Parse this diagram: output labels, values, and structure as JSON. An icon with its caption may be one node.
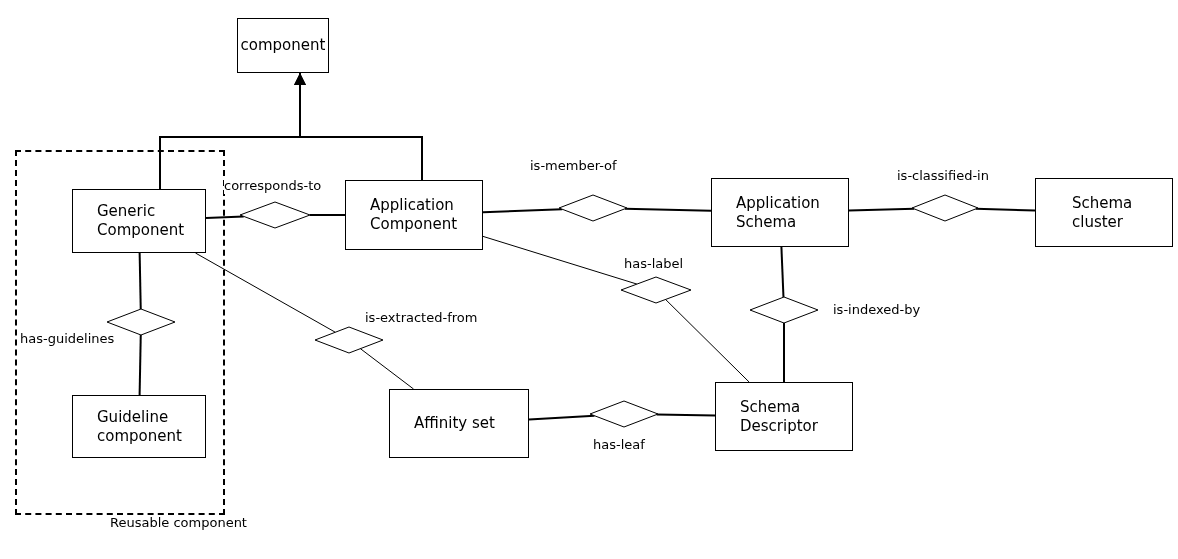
{
  "diagram": {
    "nodes": [
      {
        "text": [
          "component"
        ]
      },
      {
        "text": [
          "Reusable component"
        ]
      },
      {
        "text": [
          "Generic Component"
        ],
        "in": 1
      },
      {
        "text": [
          "Application Component"
        ]
      },
      {
        "text": [
          "Application Schema"
        ]
      },
      {
        "text": [
          "Schema cluster"
        ]
      },
      {
        "text": [
          "Guideline component"
        ],
        "in": 1
      },
      {
        "text": [
          "Affinity set"
        ]
      },
      {
        "text": [
          "Schema Descriptor"
        ]
      },
      {
        "text": [
          "corresponds-to"
        ]
      },
      {
        "text": [
          "is-member-of"
        ]
      },
      {
        "text": [
          "is-classified-in"
        ]
      },
      {
        "text": [
          "has-label"
        ]
      },
      {
        "text": [
          "is-indexed-by"
        ]
      },
      {
        "text": [
          "has-guidelines"
        ],
        "in": 1
      },
      {
        "text": [
          "is-extracted-from"
        ]
      },
      {
        "text": [
          "has-leaf"
        ]
      }
    ],
    "edges": [
      {
        "from": 2,
        "to": 0,
        "arrow": "to"
      },
      {
        "from": 3,
        "to": 0,
        "arrow": "to"
      },
      {
        "from": 2,
        "to": 9,
        "arrow": "none"
      },
      {
        "from": 9,
        "to": 3,
        "arrow": "none"
      },
      {
        "from": 3,
        "to": 10,
        "arrow": "none"
      },
      {
        "from": 10,
        "to": 4,
        "arrow": "none"
      },
      {
        "from": 4,
        "to": 11,
        "arrow": "none"
      },
      {
        "from": 11,
        "to": 5,
        "arrow": "none"
      },
      {
        "from": 3,
        "to": 12,
        "arrow": "none"
      },
      {
        "from": 12,
        "to": 8,
        "arrow": "none"
      },
      {
        "from": 4,
        "to": 13,
        "arrow": "none"
      },
      {
        "from": 13,
        "to": 8,
        "arrow": "none"
      },
      {
        "from": 2,
        "to": 14,
        "arrow": "none"
      },
      {
        "from": 14,
        "to": 6,
        "arrow": "none"
      },
      {
        "from": 2,
        "to": 15,
        "arrow": "none"
      },
      {
        "from": 15,
        "to": 7,
        "arrow": "none"
      },
      {
        "from": 7,
        "to": 16,
        "arrow": "none"
      },
      {
        "from": 16,
        "to": 8,
        "arrow": "none"
      }
    ]
  }
}
